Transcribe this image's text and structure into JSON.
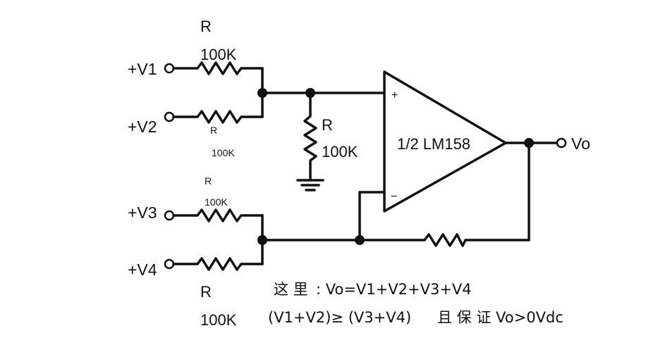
{
  "inputs": {
    "v1": "+V1",
    "v2": "+V2",
    "v3": "+V3",
    "v4": "+V4"
  },
  "output": "Vo",
  "opamp": {
    "label": "1/2 LM158",
    "plus_sign": "+",
    "minus_sign": "−"
  },
  "resistors": {
    "r1": {
      "name": "R",
      "value": "100K"
    },
    "r2": {
      "name": "R",
      "value": "100K"
    },
    "r_ground": {
      "name": "R",
      "value": "100K"
    },
    "r3": {
      "name": "R",
      "value": "100K"
    },
    "r4": {
      "name": "R",
      "value": "100K"
    }
  },
  "notes": {
    "line1_prefix": "这 里",
    "line1_formula": ": Vo=V1+V2+V3+V4",
    "line2_condition": "(V1+V2)≥ (V3+V4)",
    "line2_suffix": "且 保 证  Vo>0Vdc"
  },
  "colors": {
    "ink": "#111111",
    "background": "#ffffff"
  }
}
